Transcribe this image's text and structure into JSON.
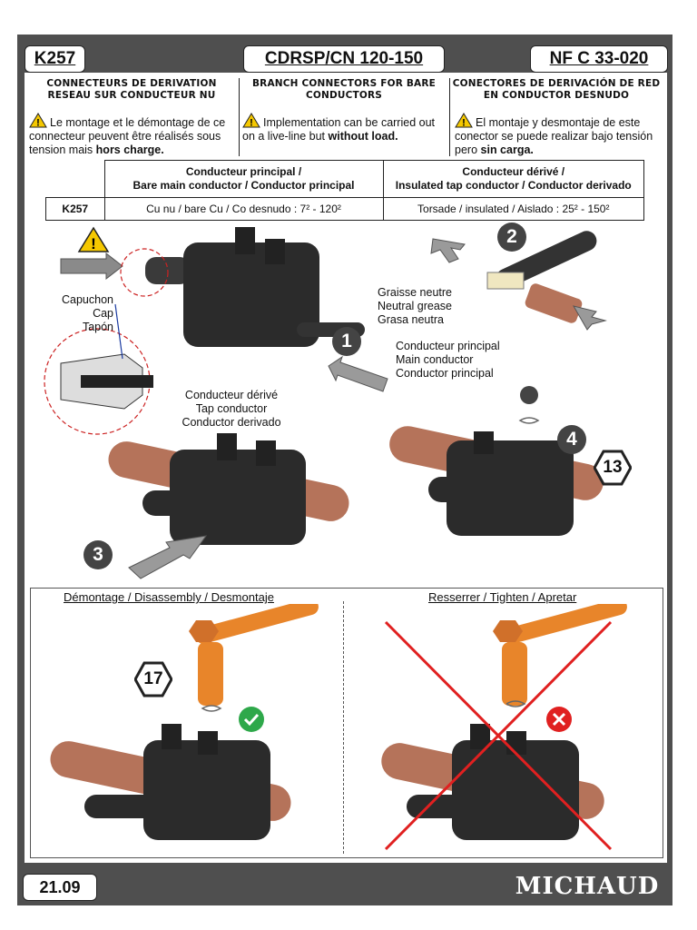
{
  "header": {
    "ref": "K257",
    "model": "CDRSP/CN 120-150",
    "standard": "NF C 33-020"
  },
  "columns": [
    {
      "title": "CONNECTEURS DE DERIVATION RESEAU SUR CONDUCTEUR NU",
      "text_a": "Le montage et le démontage de ce connecteur peuvent être réalisés sous tension mais",
      "text_b": "hors charge."
    },
    {
      "title": "BRANCH CONNECTORS FOR BARE CONDUCTORS",
      "text_a": "Implementation can be carried out on a live-line but",
      "text_b": "without load."
    },
    {
      "title": "CONECTORES DE DERIVACIÓN DE RED EN CONDUCTOR DESNUDO",
      "text_a": "El montaje y desmontaje de este conector se puede realizar bajo tensión pero",
      "text_b": "sin carga."
    }
  ],
  "spec_table": {
    "head_main_1": "Conducteur principal /",
    "head_main_2": "Bare main conductor / Conductor principal",
    "head_tap_1": "Conducteur dérivé /",
    "head_tap_2": "Insulated tap conductor / Conductor derivado",
    "row_ref": "K257",
    "row_main": "Cu nu / bare Cu / Co desnudo : 7² - 120²",
    "row_tap": "Torsade / insulated / Aislado : 25² - 150²"
  },
  "callouts": {
    "cap_1": "Capuchon",
    "cap_2": "Cap",
    "cap_3": "Tapón",
    "tap_1": "Conducteur dérivé",
    "tap_2": "Tap conductor",
    "tap_3": "Conductor derivado",
    "grease_1": "Graisse neutre",
    "grease_2": "Neutral grease",
    "grease_3": "Grasa neutra",
    "main_1": "Conducteur principal",
    "main_2": "Main conductor",
    "main_3": "Conductor principal"
  },
  "steps": {
    "s1": "1",
    "s2": "2",
    "s3": "3",
    "s4": "4"
  },
  "torques": {
    "t13": "13",
    "t17": "17"
  },
  "bottom": {
    "left_title": "Démontage / Disassembly / Desmontaje",
    "right_title": "Resserrer / Tighten / Apretar"
  },
  "footer": {
    "date": "21.09",
    "brand": "MICHAUD"
  },
  "colors": {
    "frame": "#4f4f4f",
    "copper": "#b5735a",
    "orange": "#e8852a",
    "ok": "#2ea84a",
    "bad": "#e02020",
    "warning": "#f5c800"
  }
}
